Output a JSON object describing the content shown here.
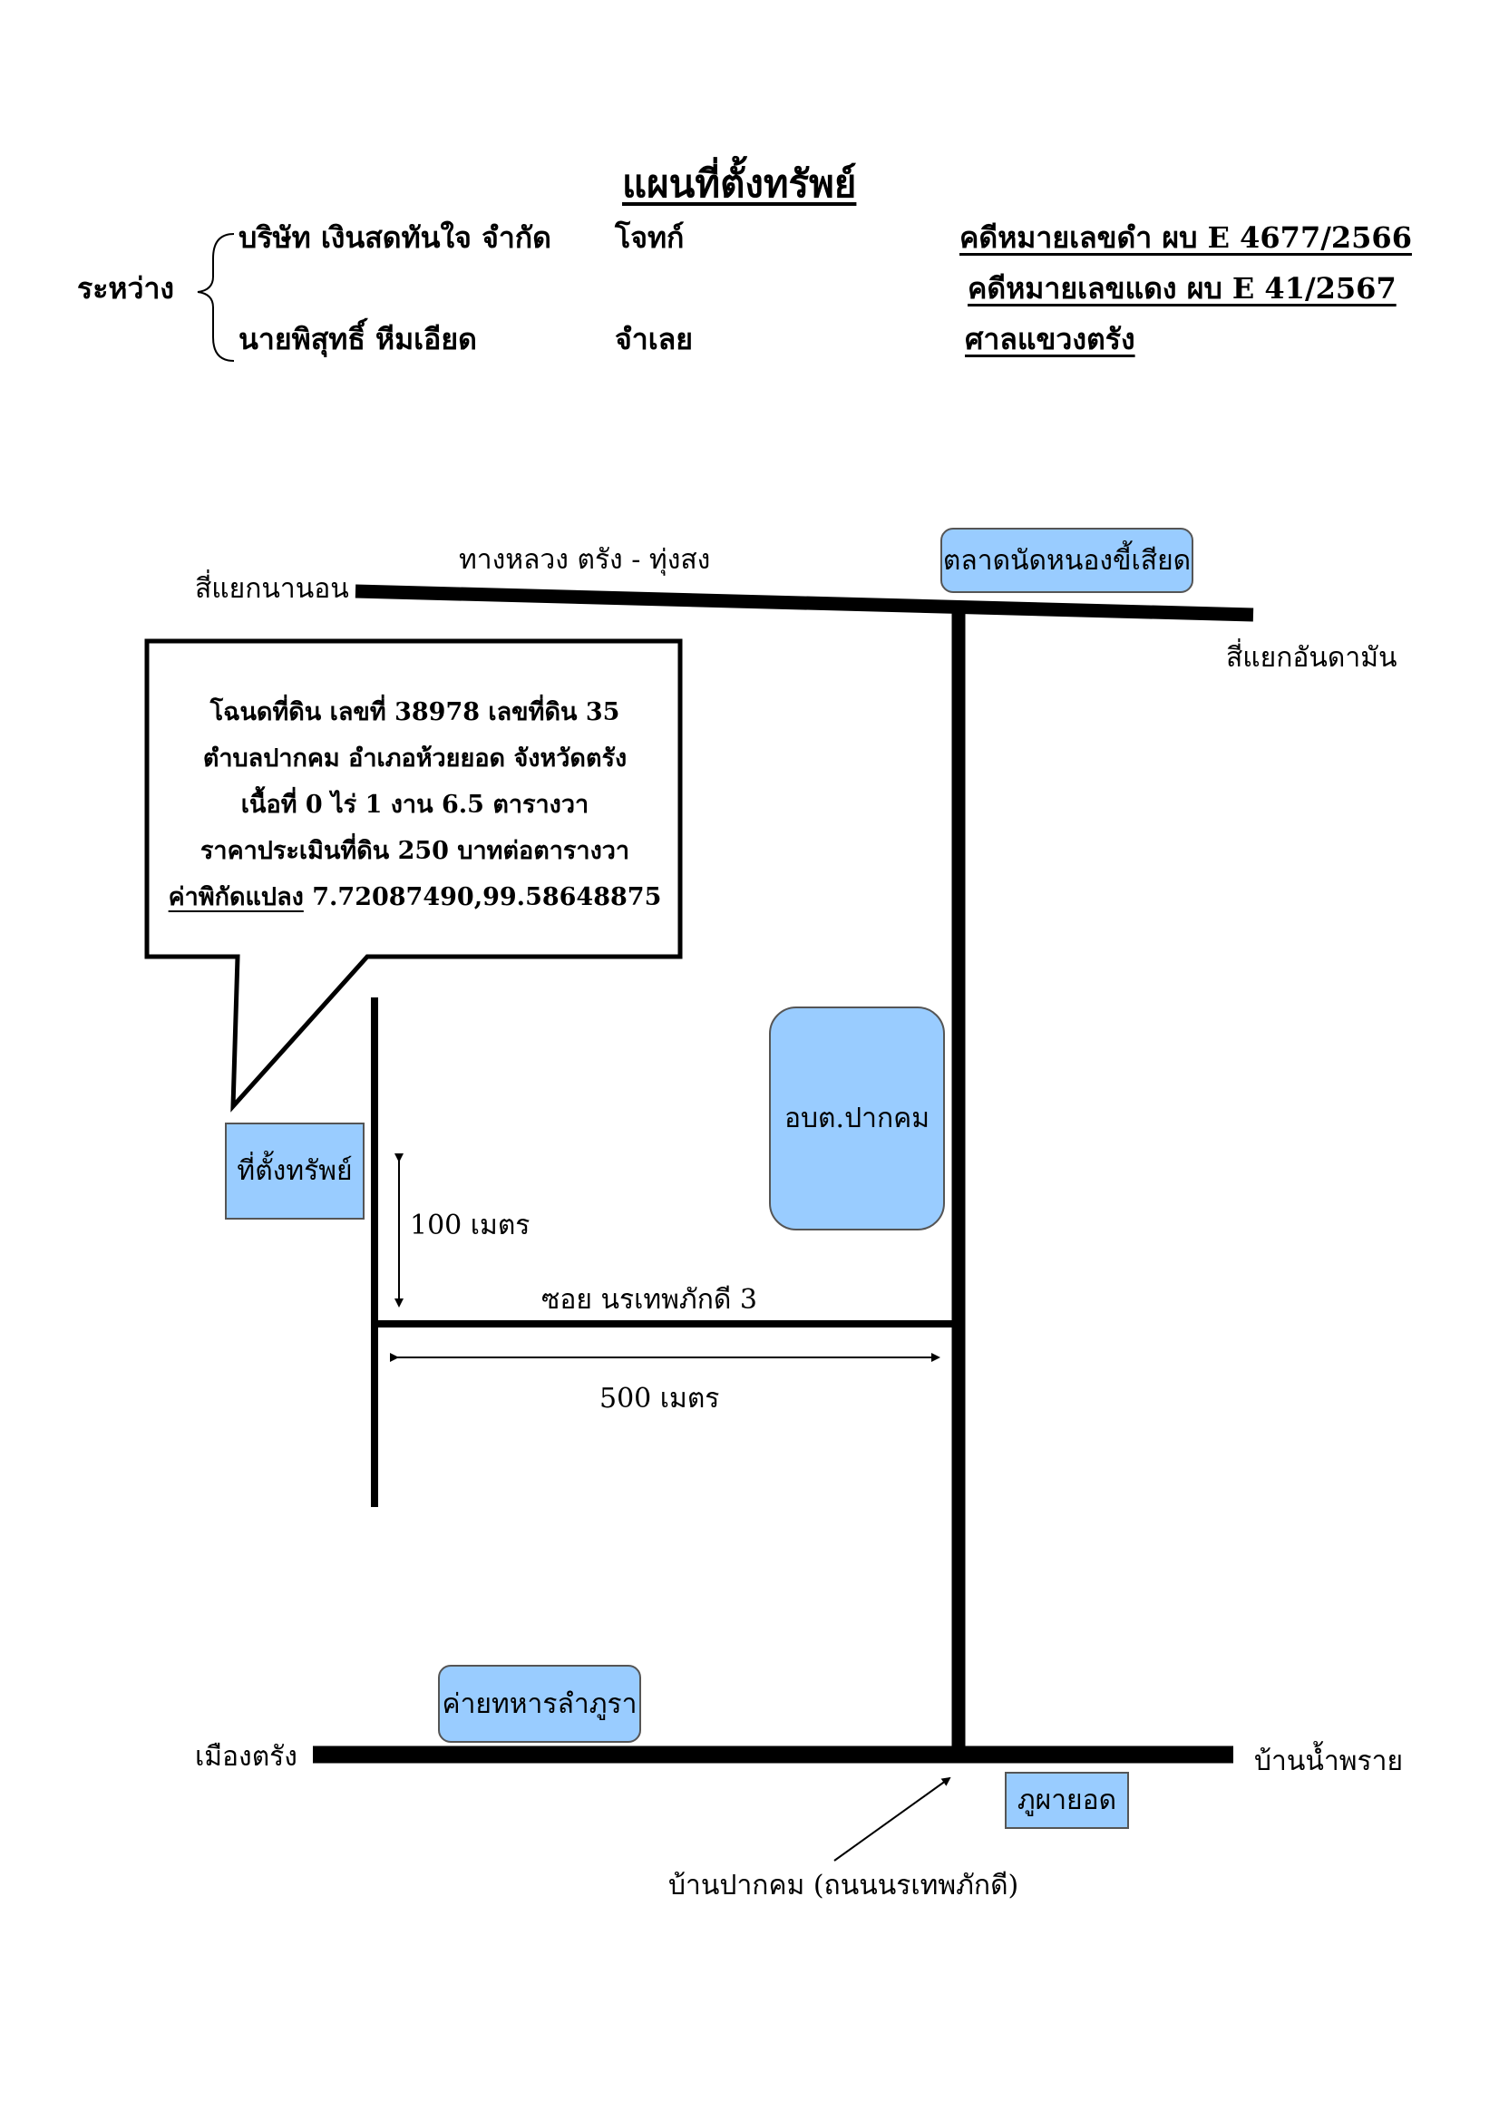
{
  "header": {
    "title": "แผนที่ตั้งทรัพย์",
    "between_label": "ระหว่าง",
    "plaintiff_name": "บริษัท เงินสดทันใจ จำกัด",
    "plaintiff_role": "โจทก์",
    "defendant_name": "นายพิสุทธิ์ หีมเอียด",
    "defendant_role": "จำเลย",
    "black_case_no": "คดีหมายเลขดำ  ผบ E 4677/2566",
    "red_case_no": "คดีหมายเลขแดง ผบ E 41/2567",
    "court": "ศาลแขวงตรัง"
  },
  "map": {
    "highway_label": "ทางหลวง ตรัง - ทุ่งสง",
    "junction_left": "สี่แยกนานอน",
    "junction_right": "สี่แยกอันดามัน",
    "market": "ตลาดนัดหนองขี้เสียด",
    "tao_office": "อบต.ปากคม",
    "property_location": "ที่ตั้งทรัพย์",
    "distance_vertical": "100 เมตร",
    "soi_label": "ซอย นรเทพภักดี 3",
    "distance_horizontal": "500 เมตร",
    "army_camp": "ค่ายทหารลำภูรา",
    "bottom_left": "เมืองตรัง",
    "bottom_right": "บ้านน้ำพราย",
    "phu_pha_yot": "ภูผายอด",
    "road_origin": "บ้านปากคม (ถนนนรเทพภักดี)"
  },
  "callout": {
    "line1": "โฉนดที่ดิน  เลขที่ 38978  เลขที่ดิน 35",
    "line2": "ตำบลปากคม อำเภอห้วยยอด จังหวัดตรัง",
    "line3": "เนื้อที่ 0 ไร่ 1 งาน 6.5 ตารางวา",
    "line4": "ราคาประเมินที่ดิน 250 บาทต่อตารางวา",
    "coord_label": "ค่าพิกัดแปลง",
    "coord_value": "7.72087490,99.58648875"
  },
  "colors": {
    "box_fill": "#99ccff",
    "road": "#000000"
  }
}
